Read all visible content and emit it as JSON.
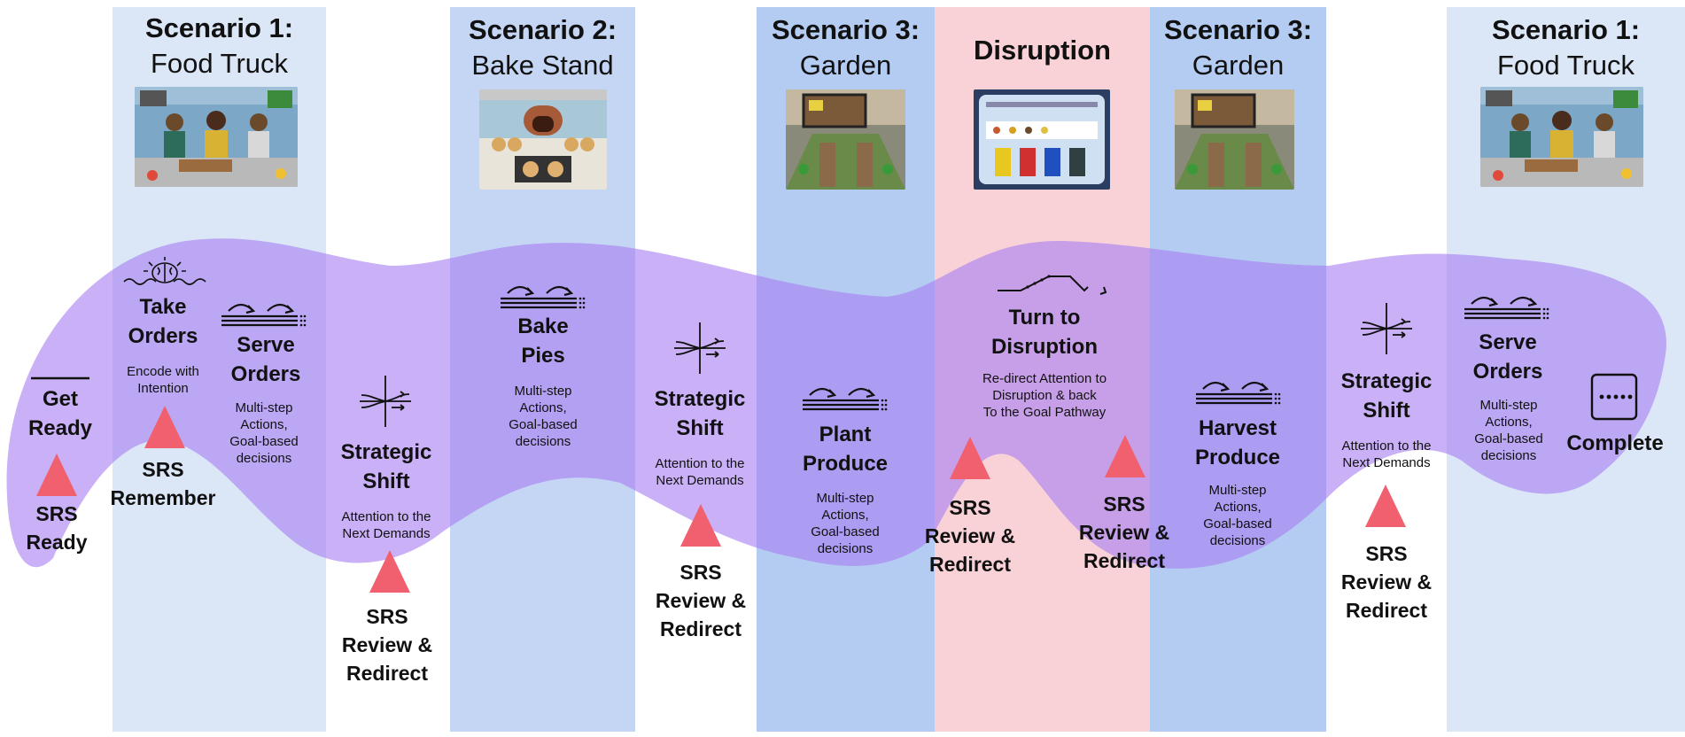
{
  "columns": [
    {
      "title": "Scenario 1:",
      "subtitle": "Food Truck",
      "thumbnail": "food-truck-game-screenshot"
    },
    {
      "title": "Scenario 2:",
      "subtitle": "Bake Stand",
      "thumbnail": "bake-stand-game-screenshot"
    },
    {
      "title": "Scenario 3:",
      "subtitle": "Garden",
      "thumbnail": "garden-game-screenshot"
    },
    {
      "title": "Disruption",
      "subtitle": "",
      "thumbnail": "sorting-bins-disruption-screenshot"
    },
    {
      "title": "Scenario 3:",
      "subtitle": "Garden",
      "thumbnail": "garden-game-screenshot"
    },
    {
      "title": "Scenario 1:",
      "subtitle": "Food Truck",
      "thumbnail": "food-truck-game-screenshot"
    }
  ],
  "steps": {
    "get_ready": {
      "title1": "Get",
      "title2": "Ready",
      "icon": "line-icon"
    },
    "take_orders": {
      "title1": "Take",
      "title2": "Orders",
      "desc1": "Encode with",
      "desc2": "Intention",
      "icon": "brain-icon"
    },
    "serve_orders_1": {
      "title1": "Serve",
      "title2": "Orders",
      "desc1": "Multi-step",
      "desc2": "Actions,",
      "desc3": "Goal-based",
      "desc4": "decisions",
      "icon": "multi-step-icon"
    },
    "shift_1": {
      "title1": "Strategic",
      "title2": "Shift",
      "desc1": "Attention to the",
      "desc2": "Next Demands",
      "icon": "strategic-shift-icon"
    },
    "bake_pies": {
      "title1": "Bake",
      "title2": "Pies",
      "desc1": "Multi-step",
      "desc2": "Actions,",
      "desc3": "Goal-based",
      "desc4": "decisions",
      "icon": "multi-step-icon"
    },
    "shift_2": {
      "title1": "Strategic",
      "title2": "Shift",
      "desc1": "Attention to the",
      "desc2": "Next Demands",
      "icon": "strategic-shift-icon"
    },
    "plant_produce": {
      "title1": "Plant",
      "title2": "Produce",
      "desc1": "Multi-step",
      "desc2": "Actions,",
      "desc3": "Goal-based",
      "desc4": "decisions",
      "icon": "multi-step-icon"
    },
    "turn_disruption": {
      "title1": "Turn to",
      "title2": "Disruption",
      "desc1": "Re-direct Attention to",
      "desc2": "Disruption  & back",
      "desc3": "To the Goal Pathway",
      "icon": "redirect-path-icon"
    },
    "harvest_produce": {
      "title1": "Harvest",
      "title2": "Produce",
      "desc1": "Multi-step",
      "desc2": "Actions,",
      "desc3": "Goal-based",
      "desc4": "decisions",
      "icon": "multi-step-icon"
    },
    "shift_3": {
      "title1": "Strategic",
      "title2": "Shift",
      "desc1": "Attention to the",
      "desc2": "Next Demands",
      "icon": "strategic-shift-icon"
    },
    "serve_orders_2": {
      "title1": "Serve",
      "title2": "Orders",
      "desc1": "Multi-step",
      "desc2": "Actions,",
      "desc3": "Goal-based",
      "desc4": "decisions",
      "icon": "multi-step-icon"
    },
    "complete": {
      "title1": "Complete",
      "icon": "keypad-icon"
    }
  },
  "srs": {
    "ready": {
      "l1": "SRS",
      "l2": "Ready"
    },
    "remember": {
      "l1": "SRS",
      "l2": "Remember"
    },
    "review": {
      "l1": "SRS",
      "l2": "Review &",
      "l3": "Redirect"
    }
  },
  "colors": {
    "scenario1": "#dbe6f7",
    "scenario2": "#c5d6f4",
    "scenario3": "#b4cbf2",
    "disruption": "#f9d2d7",
    "ribbon": "#a87ff2",
    "srs_triangle": "#f0606f"
  }
}
